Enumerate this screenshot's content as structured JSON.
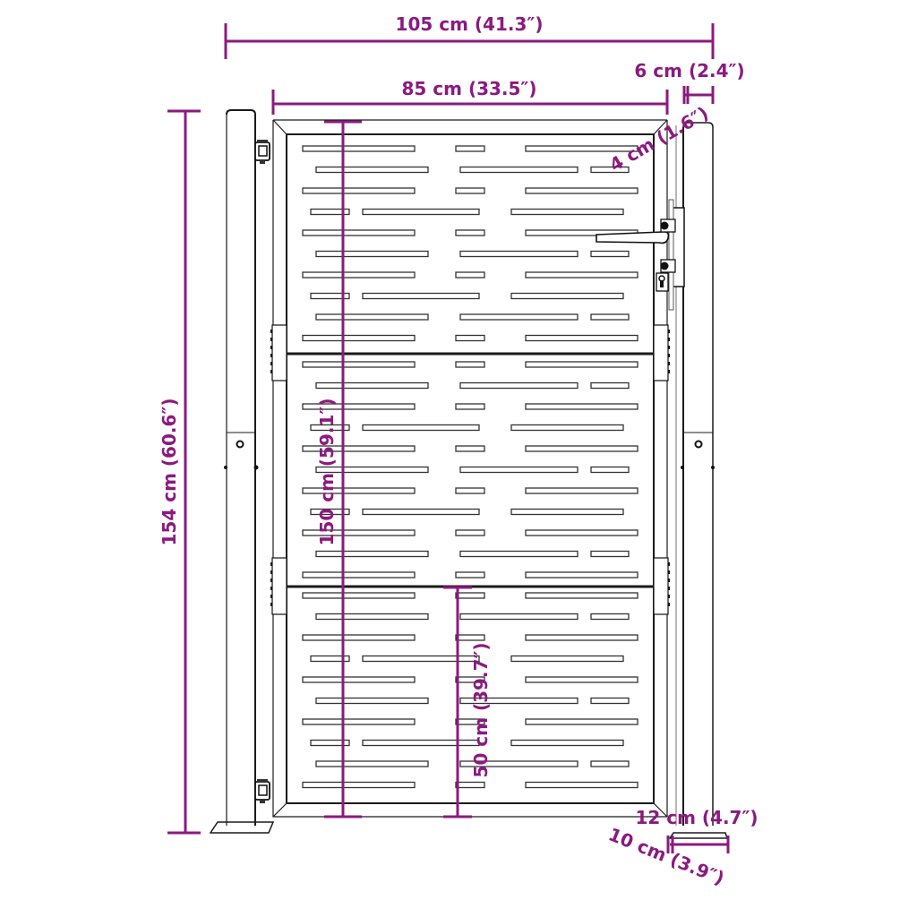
{
  "drawing": {
    "subject": "Garden gate with posts - dimension drawing",
    "accent_color": "#8b1a7f",
    "line_color": "#1a1a1a"
  },
  "dimensions": {
    "overall_width": "105 cm (41.3″)",
    "gate_width": "85 cm (33.5″)",
    "post_width": "6 cm (2.4″)",
    "frame_depth": "4 cm (1.6″)",
    "overall_height": "154 cm (60.6″)",
    "gate_height": "150 cm (59.1″)",
    "lower_section_height": "50 cm (39.7″)",
    "base_plate_length": "12 cm (4.7″)",
    "base_plate_width": "10 cm (3.9″)"
  },
  "components": {
    "left_post": "hinge-post",
    "right_post": "latch-post",
    "handle": "lever-handle",
    "lock": "cylinder-lock",
    "hinges": [
      "top-hinge",
      "bottom-hinge"
    ],
    "panels": [
      "upper-panel",
      "middle-panel",
      "lower-panel"
    ]
  }
}
